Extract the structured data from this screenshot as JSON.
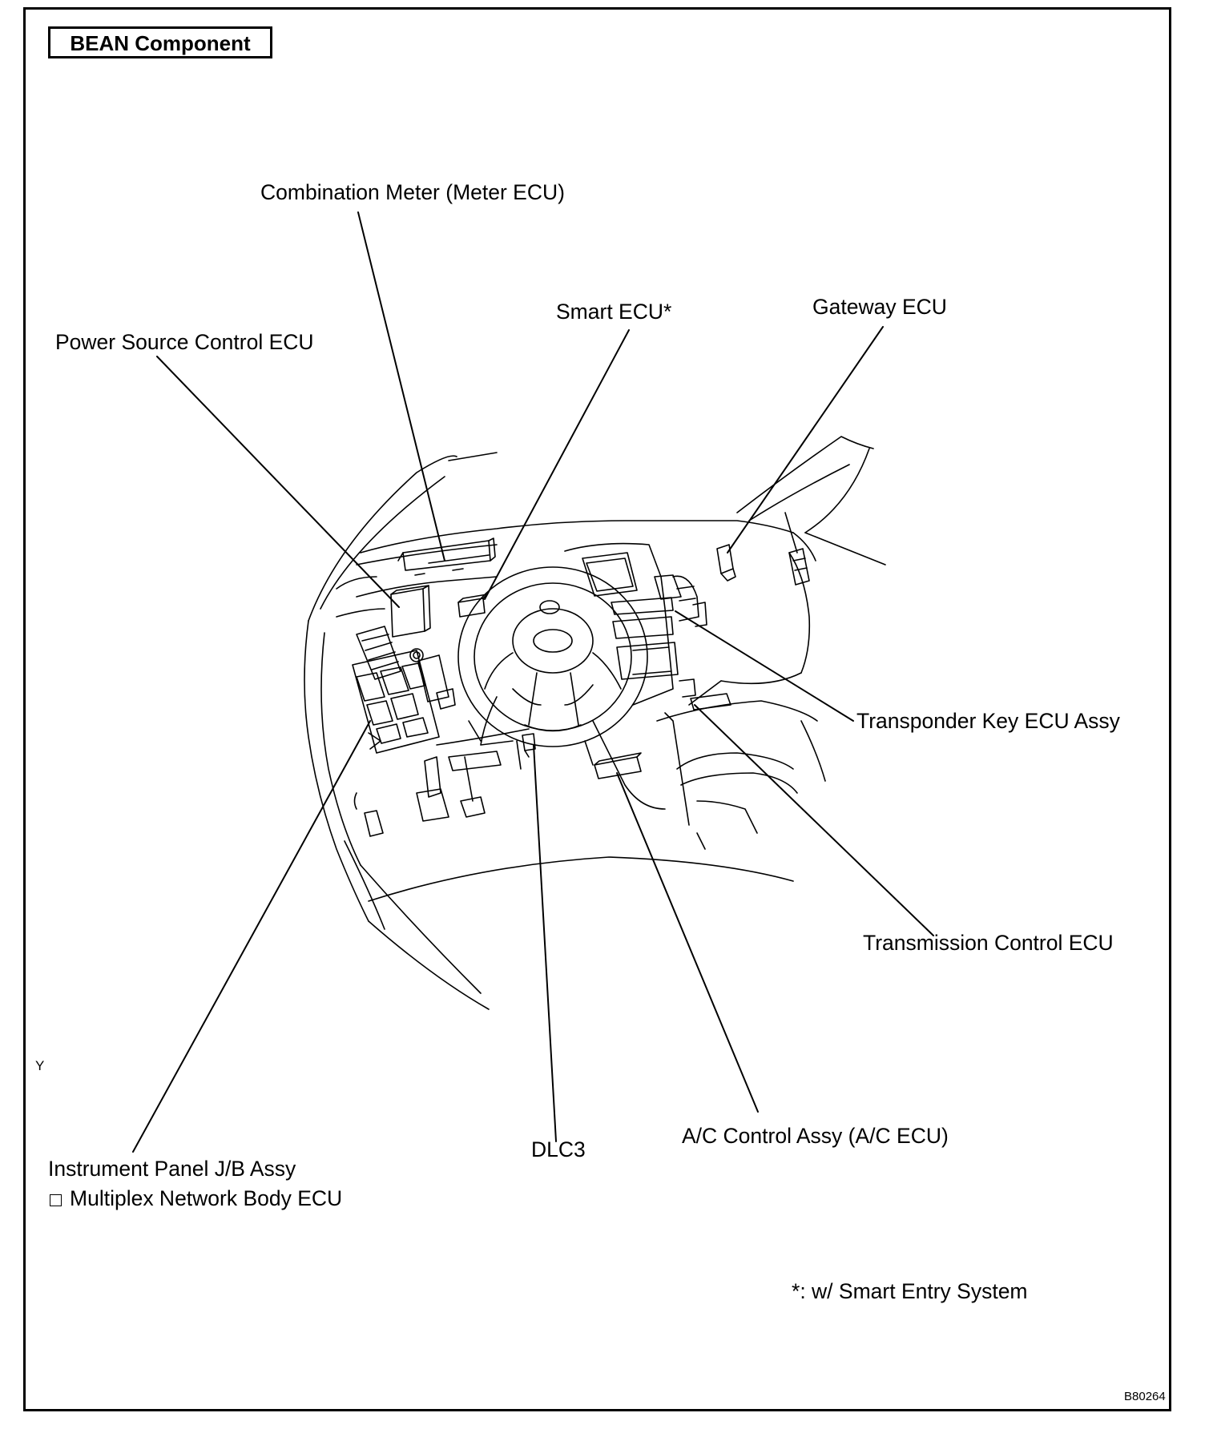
{
  "header": {
    "title": "BEAN Component"
  },
  "callouts": {
    "combination_meter": "Combination Meter (Meter ECU)",
    "smart_ecu": "Smart ECU*",
    "gateway_ecu": "Gateway ECU",
    "power_source_ecu": "Power Source Control ECU",
    "transponder_key_ecu": "Transponder Key ECU Assy",
    "transmission_control_ecu": "Transmission Control ECU",
    "instrument_panel_jb": "Instrument Panel J/B Assy",
    "multiplex_body_ecu": "Multiplex Network Body ECU",
    "dlc3": "DLC3",
    "ac_control": "A/C Control Assy (A/C ECU)"
  },
  "footnote": "*: w/ Smart Entry System",
  "side_mark": "Y",
  "figure_code": "B80264"
}
